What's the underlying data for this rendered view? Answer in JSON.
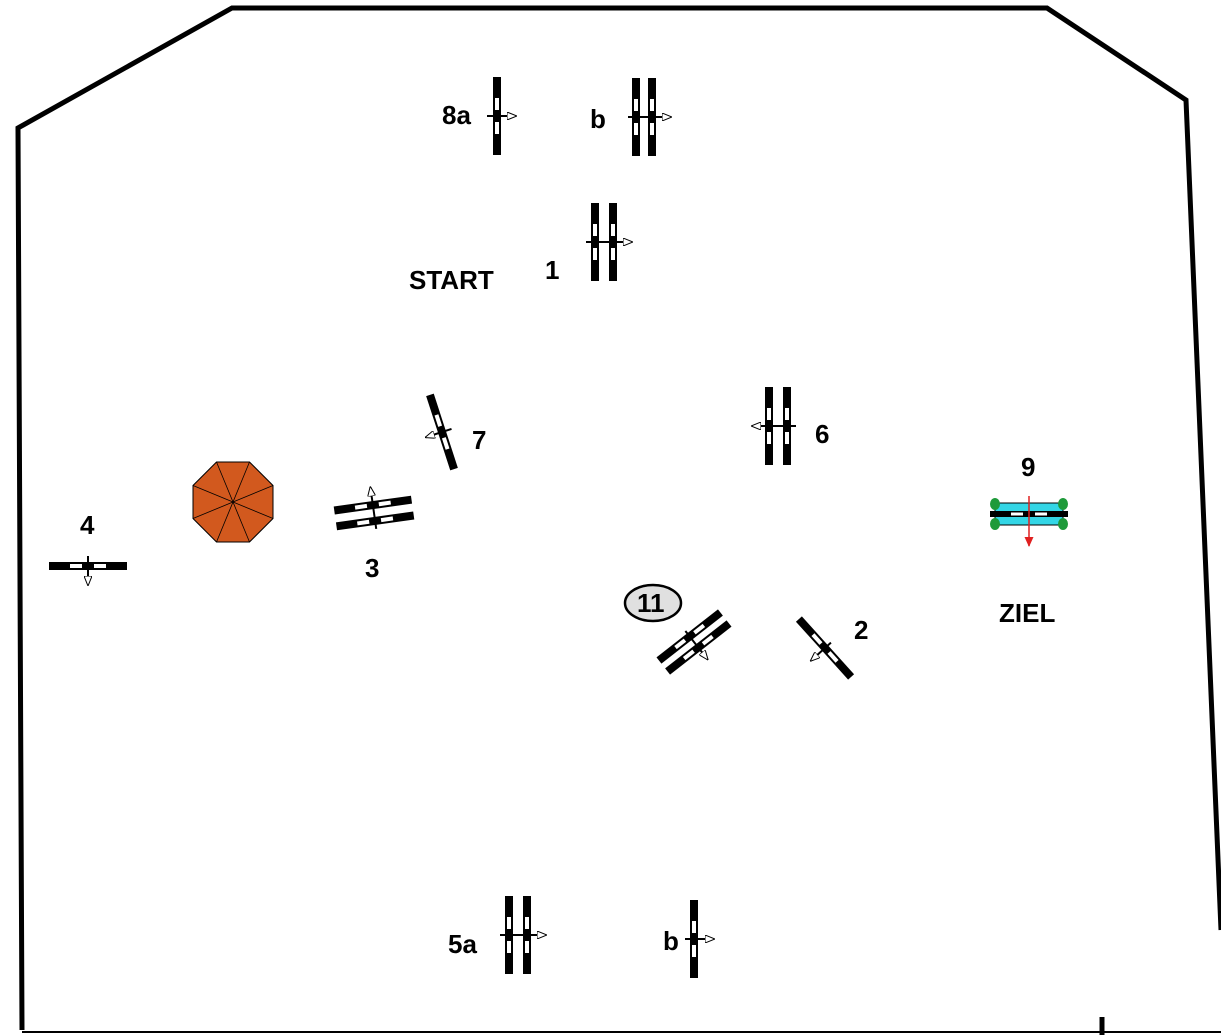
{
  "labels": {
    "start": "START",
    "finish": "ZIEL",
    "obstacles": {
      "o1": "1",
      "o2": "2",
      "o3": "3",
      "o4": "4",
      "o5a": "5a",
      "o5b": "b",
      "o6": "6",
      "o7": "7",
      "o8a": "8a",
      "o8b": "b",
      "o9": "9",
      "o11": "11"
    }
  },
  "colors": {
    "outline": "#000000",
    "pole_dark": "#000000",
    "pole_light": "#ffffff",
    "tree": "#d2591e",
    "water": "#33d6e6",
    "hedge": "#1e9a3a",
    "finish_arrow": "#e02020",
    "badge_fill": "#e0e0e0"
  },
  "icons": {
    "tree": "octagon-tree-icon",
    "water": "water-jump-icon",
    "direction": "arrow-icon"
  }
}
